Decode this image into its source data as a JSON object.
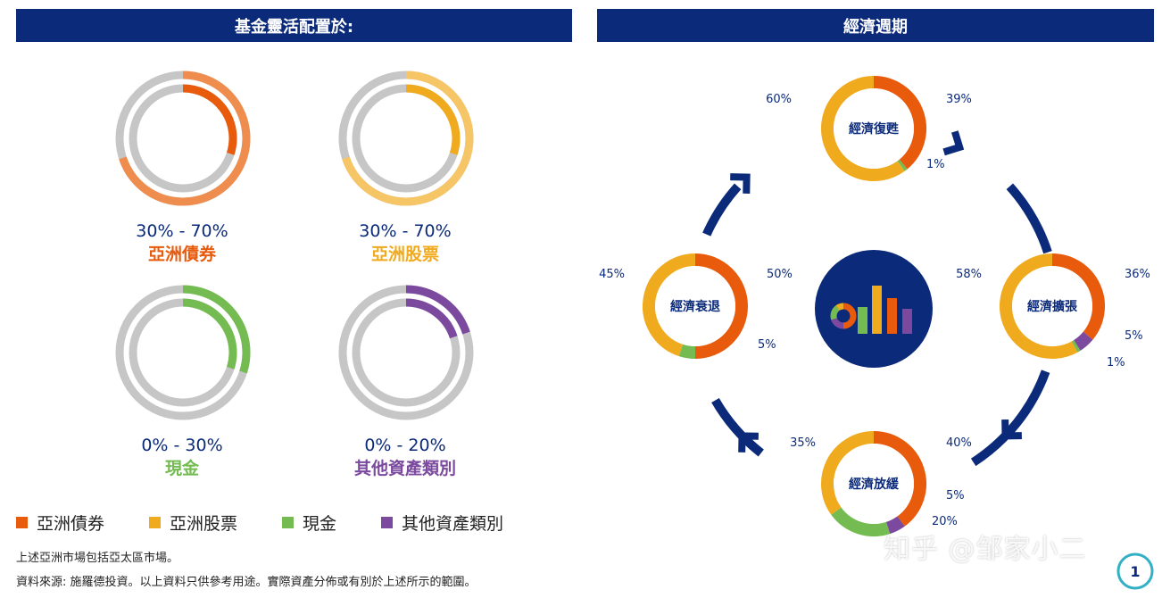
{
  "left_panel": {
    "title": "基金靈活配置於:",
    "allocations": [
      {
        "range": "30% - 70%",
        "name": "亞洲債券",
        "color": "#e85a0c",
        "outer_color": "#ee8d4e",
        "min": 0.3,
        "max": 0.7
      },
      {
        "range": "30% - 70%",
        "name": "亞洲股票",
        "color": "#f0aa1e",
        "outer_color": "#f5c566",
        "min": 0.3,
        "max": 0.7
      },
      {
        "range": "0% - 30%",
        "name": "現金",
        "color": "#74bb52",
        "outer_color": "#74bb52",
        "min": 0.0,
        "max": 0.3
      },
      {
        "range": "0% - 20%",
        "name": "其他資產類別",
        "color": "#7b4a9e",
        "outer_color": "#7b4a9e",
        "min": 0.0,
        "max": 0.2
      }
    ],
    "legend": [
      {
        "label": "亞洲債券",
        "color": "#e85a0c"
      },
      {
        "label": "亞洲股票",
        "color": "#f0aa1e"
      },
      {
        "label": "現金",
        "color": "#74bb52"
      },
      {
        "label": "其他資產類別",
        "color": "#7b4a9e"
      }
    ],
    "note1": "上述亞洲市場包括亞太區市場。",
    "note2": "資料來源: 施羅德投資。以上資料只供參考用途。實際資產分佈或有別於上述所示的範圍。"
  },
  "right_panel": {
    "title": "經濟週期",
    "arrow_color": "#0b2a7a",
    "center_icon": "bar-chart-icon"
  },
  "chart_data": [
    {
      "type": "pie",
      "title": "經濟復甦",
      "categories": [
        "亞洲債券",
        "其他資產類別",
        "現金",
        "亞洲股票"
      ],
      "values": [
        39,
        0,
        1,
        60
      ],
      "labels": [
        "39%",
        "1%",
        "60%"
      ]
    },
    {
      "type": "pie",
      "title": "經濟擴張",
      "categories": [
        "亞洲債券",
        "其他資產類別",
        "現金",
        "亞洲股票"
      ],
      "values": [
        36,
        5,
        1,
        58
      ],
      "labels": [
        "36%",
        "5%",
        "1%",
        "58%"
      ]
    },
    {
      "type": "pie",
      "title": "經濟放緩",
      "categories": [
        "亞洲債券",
        "其他資產類別",
        "現金",
        "亞洲股票"
      ],
      "values": [
        40,
        5,
        20,
        35
      ],
      "labels": [
        "40%",
        "5%",
        "20%",
        "35%"
      ]
    },
    {
      "type": "pie",
      "title": "經濟衰退",
      "categories": [
        "亞洲債券",
        "其他資產類別",
        "現金",
        "亞洲股票"
      ],
      "values": [
        50,
        0,
        5,
        45
      ],
      "labels": [
        "50%",
        "5%",
        "45%"
      ]
    }
  ],
  "watermark": "知乎 @邹家小二",
  "page_number": "1"
}
